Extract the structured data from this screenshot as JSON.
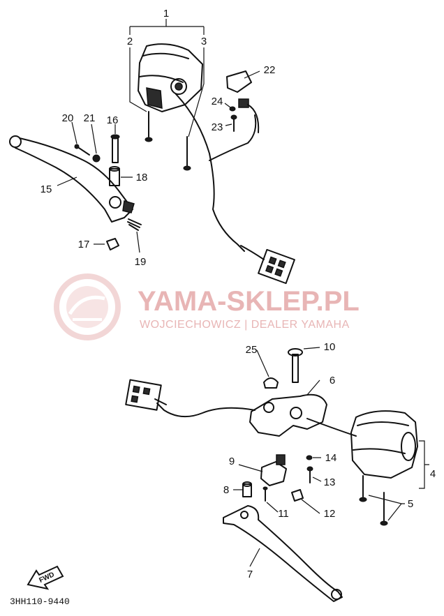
{
  "callouts": {
    "c1": "1",
    "c2": "2",
    "c3": "3",
    "c4": "4",
    "c5": "5",
    "c6": "6",
    "c7": "7",
    "c8": "8",
    "c9": "9",
    "c10": "10",
    "c11": "11",
    "c12": "12",
    "c13": "13",
    "c14": "14",
    "c15": "15",
    "c16": "16",
    "c17": "17",
    "c18": "18",
    "c19": "19",
    "c20": "20",
    "c21": "21",
    "c22": "22",
    "c23": "23",
    "c24": "24",
    "c25": "25"
  },
  "watermark": {
    "title": "YAMA-SKLEP.PL",
    "subtitle": "WOJCIECHOWICZ | DEALER YAMAHA",
    "color": "#e8b5b5"
  },
  "direction_label": "FWD",
  "diagram_code": "3HH110-9440"
}
